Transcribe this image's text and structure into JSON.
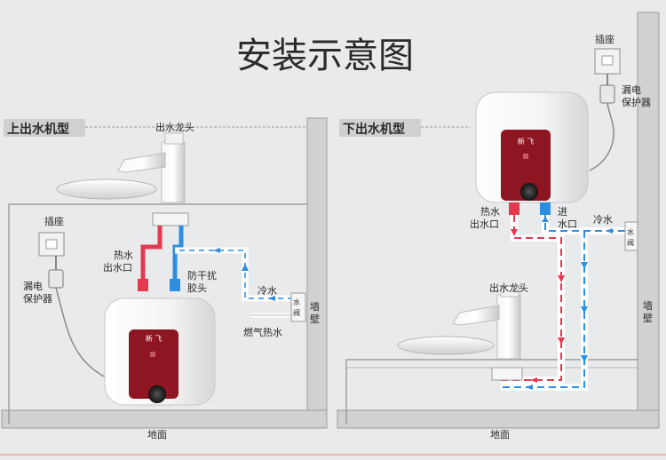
{
  "title": "安装示意图",
  "colors": {
    "hot": "#e53950",
    "cold": "#2d8ee0",
    "tank_red": "#8e1522",
    "wall": "#c9cacb"
  },
  "left": {
    "header": "上出水机型",
    "faucet": "出水龙头",
    "socket": "插座",
    "leakage_1": "漏电",
    "leakage_2": "保护器",
    "hot_1": "热水",
    "hot_2": "出水口",
    "anti_1": "防干扰",
    "anti_2": "胶头",
    "cold": "冷水",
    "valve_1": "水",
    "valve_2": "阀",
    "wall_1": "墙",
    "wall_2": "壁",
    "gas": "燃气热水",
    "floor": "地面",
    "brand": "新 飞"
  },
  "right": {
    "header": "下出水机型",
    "socket": "插座",
    "leakage_1": "漏电",
    "leakage_2": "保护器",
    "hot_1": "热水",
    "hot_2": "出水口",
    "in_1": "进",
    "in_2": "水口",
    "cold": "冷水",
    "valve_1": "水",
    "valve_2": "阀",
    "faucet": "出水龙头",
    "wall_1": "墙",
    "wall_2": "壁",
    "floor": "地面",
    "brand": "新 飞"
  }
}
